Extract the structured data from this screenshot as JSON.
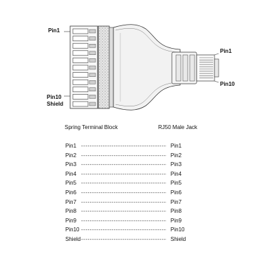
{
  "labels": {
    "left_top": "Pin1",
    "left_bottom": "Pin10",
    "left_shield": "Shield",
    "right_top": "Pin1",
    "right_bottom": "Pin10"
  },
  "captions": {
    "left": "Spring Terminal Block",
    "right": "RJ50 Male Jack"
  },
  "mapping": [
    {
      "left": "Pin1",
      "right": "Pin1"
    },
    {
      "left": "Pin2",
      "right": "Pin2"
    },
    {
      "left": "Pin3",
      "right": "Pin3"
    },
    {
      "left": "Pin4",
      "right": "Pin4"
    },
    {
      "left": "Pin5",
      "right": "Pin5"
    },
    {
      "left": "Pin6",
      "right": "Pin6"
    },
    {
      "left": "Pin7",
      "right": "Pin7"
    },
    {
      "left": "Pin8",
      "right": "Pin8"
    },
    {
      "left": "Pin9",
      "right": "Pin9"
    },
    {
      "left": "Pin10",
      "right": "Pin10"
    },
    {
      "left": "Shield",
      "right": "Shield"
    }
  ],
  "colors": {
    "line": "#333333",
    "fill_light": "#f4f4f4",
    "shade": "#bdbdbd"
  }
}
